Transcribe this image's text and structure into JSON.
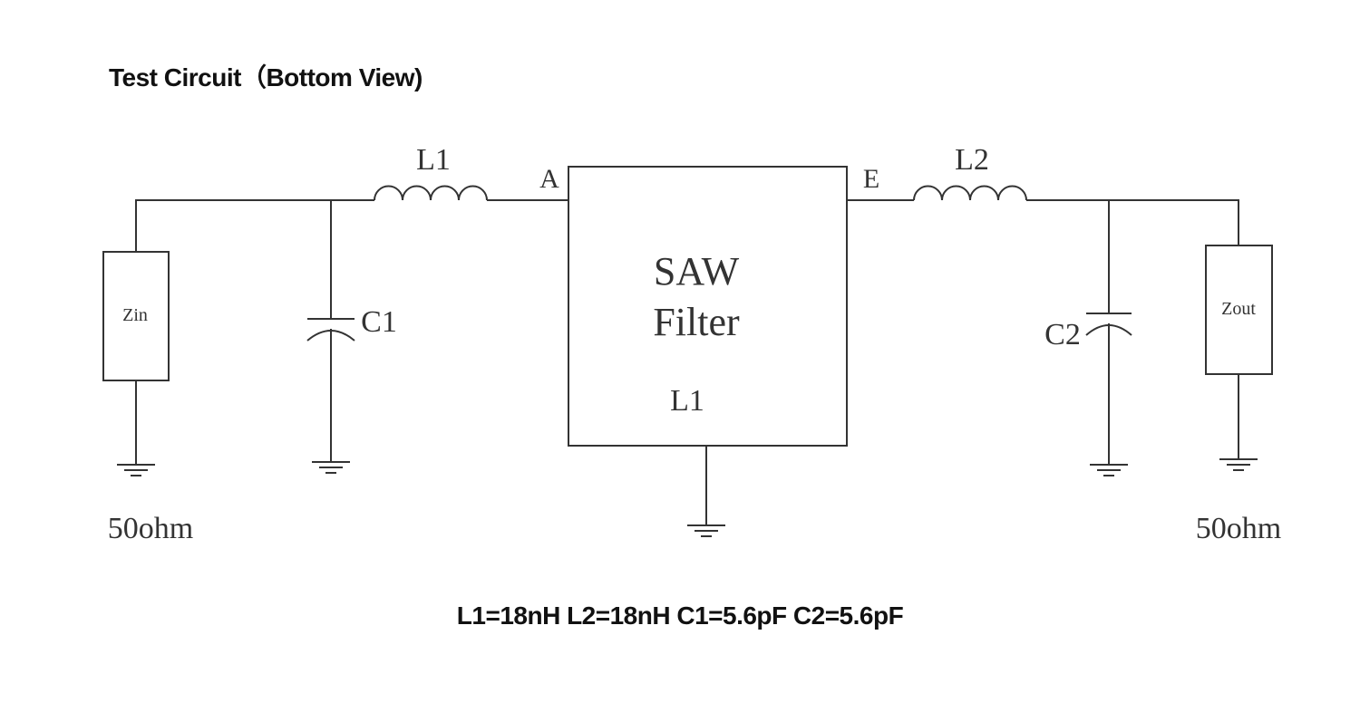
{
  "title": "Test Circuit（Bottom View)",
  "component_values": "L1=18nH L2=18nH C1=5.6pF C2=5.6pF",
  "labels": {
    "l1": "L1",
    "l2": "L2",
    "c1": "C1",
    "c2": "C2",
    "port_a": "A",
    "port_e": "E",
    "saw_line1": "SAW",
    "saw_line2": "Filter",
    "saw_inner": "L1",
    "zin": "Zin",
    "zout": "Zout",
    "load_left": "50ohm",
    "load_right": "50ohm"
  }
}
